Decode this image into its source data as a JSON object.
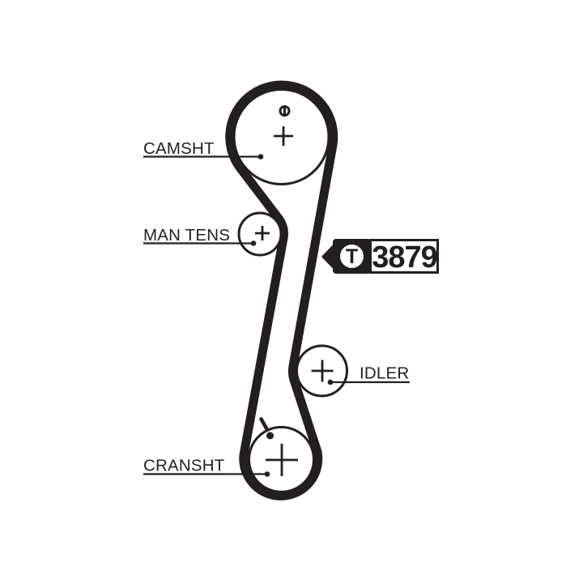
{
  "diagram": {
    "title": "timing-belt-routing-diagram",
    "labels": {
      "camshaft": "CAMSHT",
      "manual_tensioner": "MAN TENS",
      "idler": "IDLER",
      "crankshaft": "CRANSHT"
    },
    "part_tag": {
      "brand_letter": "T",
      "part_number": "3879"
    },
    "colors": {
      "ink": "#231f20",
      "background": "#ffffff"
    }
  }
}
